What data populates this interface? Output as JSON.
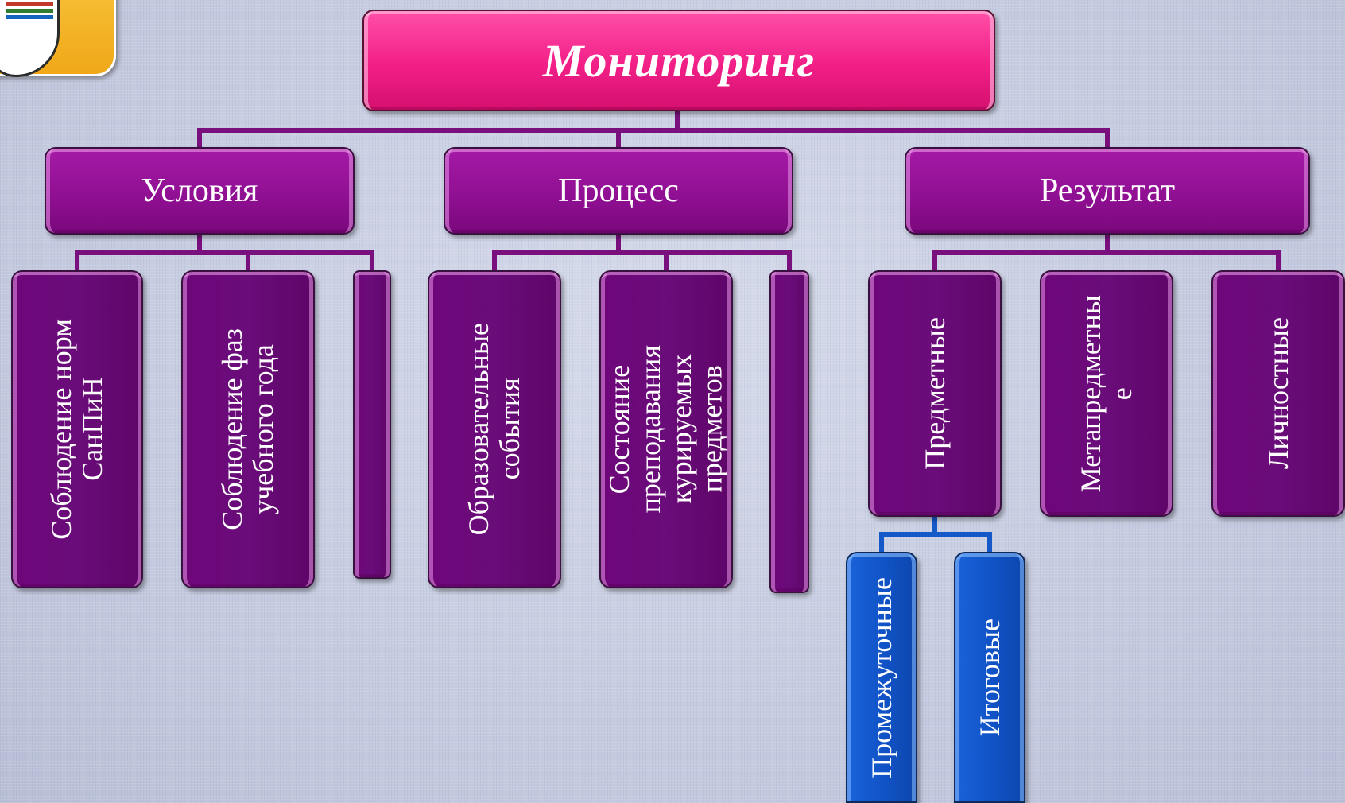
{
  "diagram": {
    "root": {
      "label": "Мониторинг"
    },
    "branches": [
      {
        "label": "Условия",
        "children": [
          "Соблюдение норм\nСанПиН",
          "Соблюдение фаз\nучебного года",
          ""
        ]
      },
      {
        "label": "Процесс",
        "children": [
          "Образовательные\nсобытия",
          "Состояние\nпреподавания\nкурируемых\nпредметов",
          ""
        ]
      },
      {
        "label": "Результат",
        "children": [
          "Предметные",
          "Метапредметны\nе",
          "Личностные"
        ],
        "sub_children": [
          "Промежуточные",
          "Итоговые"
        ]
      }
    ]
  },
  "colors": {
    "root": "#f21f87",
    "branch": "#8e0f91",
    "leaf": "#6a0c7a",
    "sub_leaf": "#1154c8",
    "connector_purple": "#7a0f7e",
    "connector_blue": "#1558c8"
  }
}
